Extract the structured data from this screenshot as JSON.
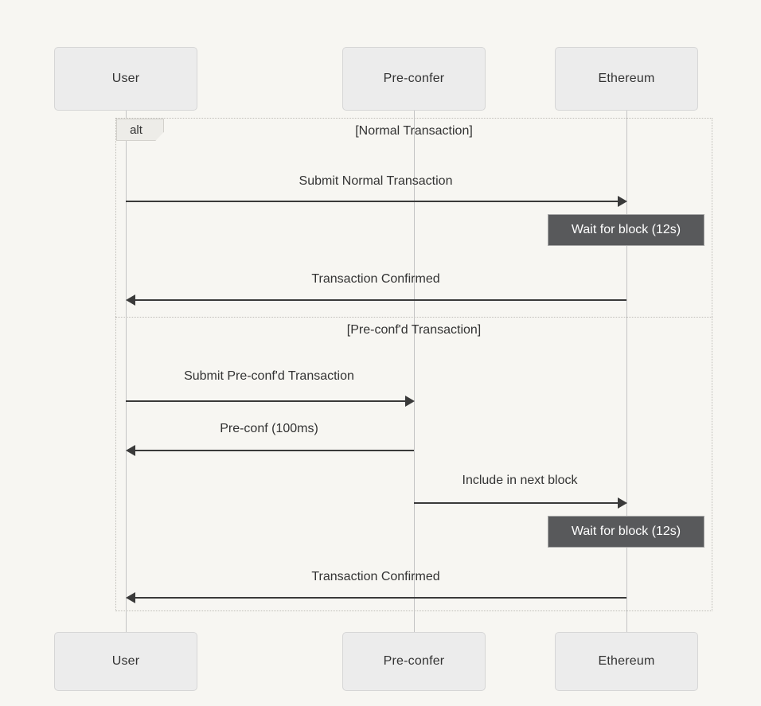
{
  "diagram": {
    "type": "sequence-diagram",
    "title": "",
    "background_color": "#F7F6F2",
    "accent_colors": {
      "participant_fill": "#ECECEC",
      "participant_border": "#D6D6D6",
      "lifeline": "#C4C4C4",
      "arrow": "#3A3A3A",
      "note_fill": "#58595B",
      "note_text": "#FFFFFF",
      "frame_border": "#BFBDB8",
      "text": "#333333"
    }
  },
  "participants": [
    {
      "id": "user",
      "label": "User"
    },
    {
      "id": "preconfer",
      "label": "Pre-confer"
    },
    {
      "id": "ethereum",
      "label": "Ethereum"
    }
  ],
  "participants_bottom": [
    {
      "id": "user",
      "label": "User"
    },
    {
      "id": "preconfer",
      "label": "Pre-confer"
    },
    {
      "id": "ethereum",
      "label": "Ethereum"
    }
  ],
  "fragment": {
    "keyword": "alt",
    "branches": [
      {
        "condition": "[Normal Transaction]"
      },
      {
        "condition": "[Pre-conf'd Transaction]"
      }
    ]
  },
  "messages": [
    {
      "id": "m1",
      "label": "Submit Normal Transaction",
      "from": "user",
      "to": "ethereum",
      "direction": "right"
    },
    {
      "id": "m2",
      "label": "Transaction Confirmed",
      "from": "ethereum",
      "to": "user",
      "direction": "left"
    },
    {
      "id": "m3",
      "label": "Submit Pre-conf'd Transaction",
      "from": "user",
      "to": "preconfer",
      "direction": "right"
    },
    {
      "id": "m4",
      "label": "Pre-conf (100ms)",
      "from": "preconfer",
      "to": "user",
      "direction": "left"
    },
    {
      "id": "m5",
      "label": "Include in next block",
      "from": "preconfer",
      "to": "ethereum",
      "direction": "right"
    },
    {
      "id": "m6",
      "label": "Transaction Confirmed",
      "from": "ethereum",
      "to": "user",
      "direction": "left"
    }
  ],
  "notes": [
    {
      "id": "n1",
      "label": "Wait for block (12s)",
      "over": "ethereum"
    },
    {
      "id": "n2",
      "label": "Wait for block (12s)",
      "over": "ethereum"
    }
  ]
}
